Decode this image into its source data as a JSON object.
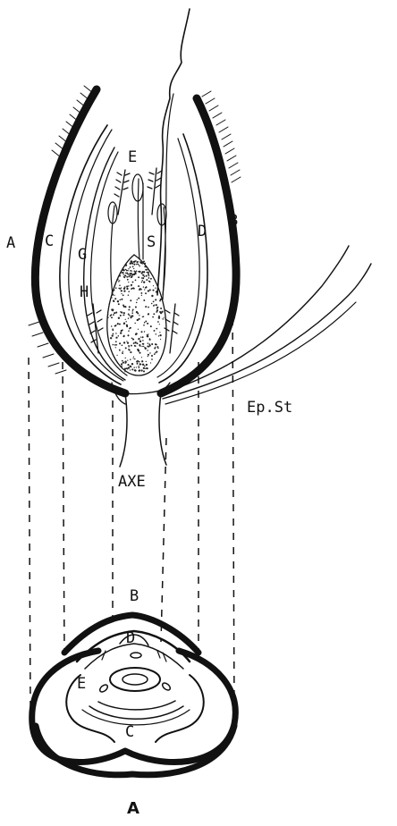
{
  "colors": {
    "ink": "#111111",
    "stipple": "#222222",
    "paper": "#ffffff"
  },
  "labels": {
    "top": {
      "A": "A",
      "C": "C",
      "G": "G",
      "H": "H",
      "E": "E",
      "S": "S",
      "D": "D",
      "B": "B",
      "ep_st": "Ep.St",
      "axe": "AXE"
    },
    "bottom": {
      "B": "B",
      "D": "D",
      "E": "E",
      "C": "C",
      "A": "A"
    }
  }
}
